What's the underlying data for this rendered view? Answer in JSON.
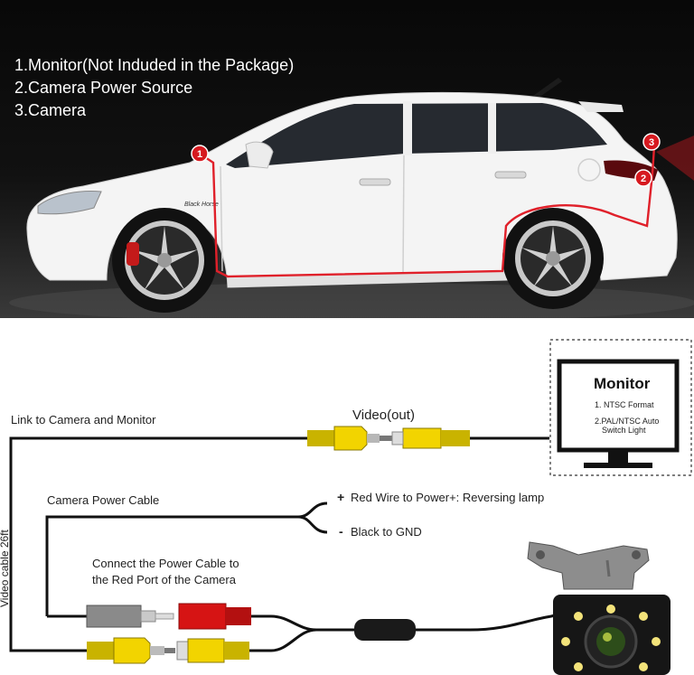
{
  "legend": {
    "items": [
      "1.Monitor(Not Induded in the Package)",
      "2.Camera Power Source",
      "3.Camera"
    ]
  },
  "car": {
    "markers": [
      "1",
      "2",
      "3"
    ],
    "badge": "Black Horse"
  },
  "wiring": {
    "link_label": "Link to Camera and Monitor",
    "video_out_label": "Video(out)",
    "power_cable_label": "Camera Power Cable",
    "red_wire_sign": "+",
    "red_wire_label": "Red Wire to Power+: Reversing lamp",
    "black_wire_sign": "-",
    "black_wire_label": "Black to GND",
    "connect_note_line1": "Connect the Power Cable to",
    "connect_note_line2": "the Red Port of the Camera",
    "video_cable_label": "Video cable 26ft"
  },
  "monitor": {
    "title": "Monitor",
    "spec1": "1. NTSC Format",
    "spec2_line1": "2.PAL/NTSC Auto",
    "spec2_line2": "Switch Light"
  },
  "colors": {
    "route_line": "#e0202a",
    "marker": "#d6191f",
    "yellow_plug": "#f2d400",
    "red_plug": "#d61414",
    "grey_plug": "#8a8a8a",
    "car_body": "#f4f4f4"
  }
}
